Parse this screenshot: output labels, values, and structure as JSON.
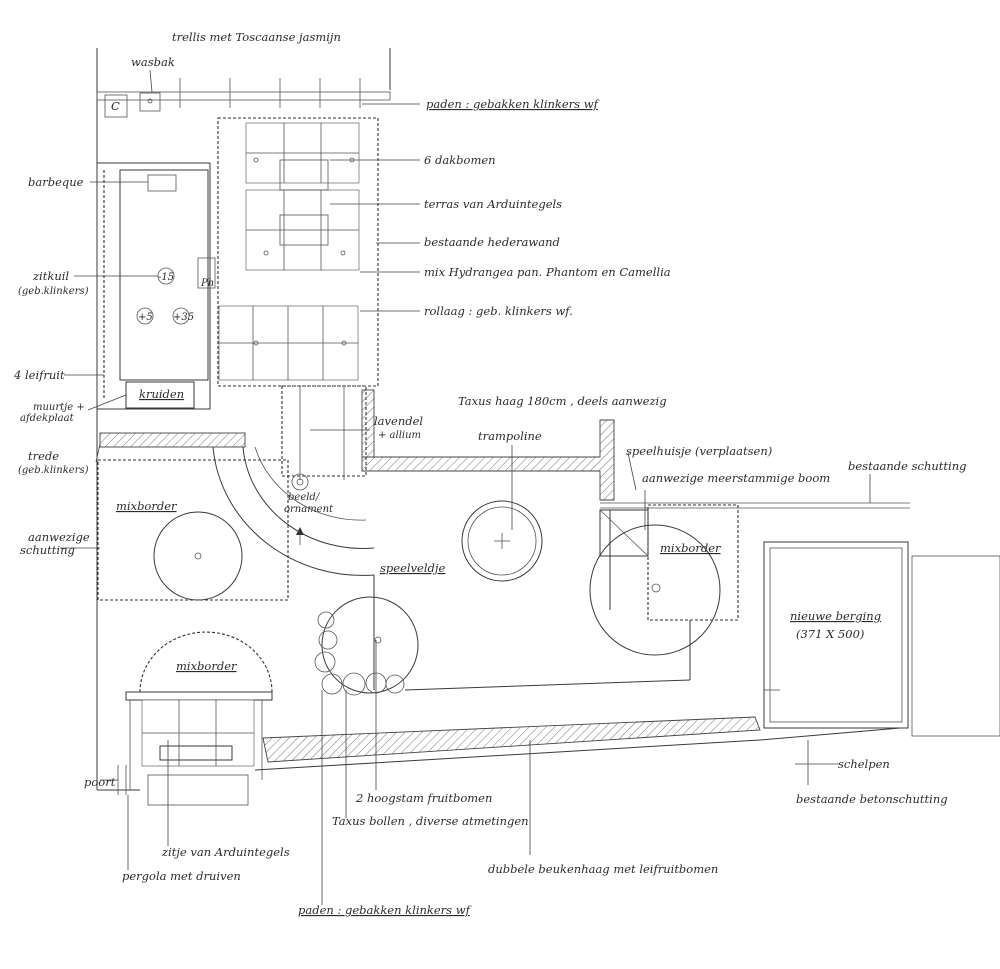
{
  "labels": {
    "trellis": "trellis met Toscaanse jasmijn",
    "wasbak": "wasbak",
    "c_mark": "C",
    "paden_top": "paden : gebakken klinkers wf",
    "dakbomen": "6 dakbomen",
    "barbeque": "barbeque",
    "terras": "terras van Arduintegels",
    "hederawand": "bestaande hederawand",
    "hydrangea": "mix Hydrangea pan. Phantom en Camellia",
    "zitkuil": "zitkuil",
    "zitkuil_sub": "(geb.klinkers)",
    "rollaag": "rollaag : geb. klinkers wf.",
    "leifruit": "4 leifruit",
    "kruiden": "kruiden",
    "muurtje": "muurtje +",
    "muurtje_sub": "afdekplaat",
    "taxus_haag": "Taxus haag 180cm , deels aanwezig",
    "lavendel": "lavendel",
    "lavendel_sub": "+ allium",
    "trampoline": "trampoline",
    "trede": "trede",
    "trede_sub": "(geb.klinkers)",
    "speelhuisje": "speelhuisje (verplaatsen)",
    "meerstammige": "aanwezige meerstammige boom",
    "bestaande_schutting": "bestaande schutting",
    "beeld": "beeld/",
    "beeld_sub": "ornament",
    "mixborder_left": "mixborder",
    "aanwezige_schutting": "aanwezige",
    "aanwezige_schutting_sub": "schutting",
    "speelveldje": "speelveldje",
    "mixborder_right": "mixborder",
    "nieuwe_berging": "nieuwe berging",
    "berging_size": "(371 X 500)",
    "mixborder_bottom": "mixborder",
    "poort": "poort",
    "hoogstam": "2 hoogstam fruitbomen",
    "schelpen": "schelpen",
    "betonschutting": "bestaande betonschutting",
    "taxus_bollen": "Taxus bollen , diverse atmetingen",
    "zitje": "zitje van Arduintegels",
    "pergola": "pergola met druiven",
    "beukenhaag": "dubbele beukenhaag met leifruitbomen",
    "paden_bottom": "paden : gebakken klinkers wf"
  },
  "levels": {
    "l1": "-15",
    "l2": "+5",
    "l3": "+35"
  },
  "ph_mark": "Ph",
  "colors": {
    "ink": "#3a3a3a",
    "paper": "#ffffff"
  }
}
